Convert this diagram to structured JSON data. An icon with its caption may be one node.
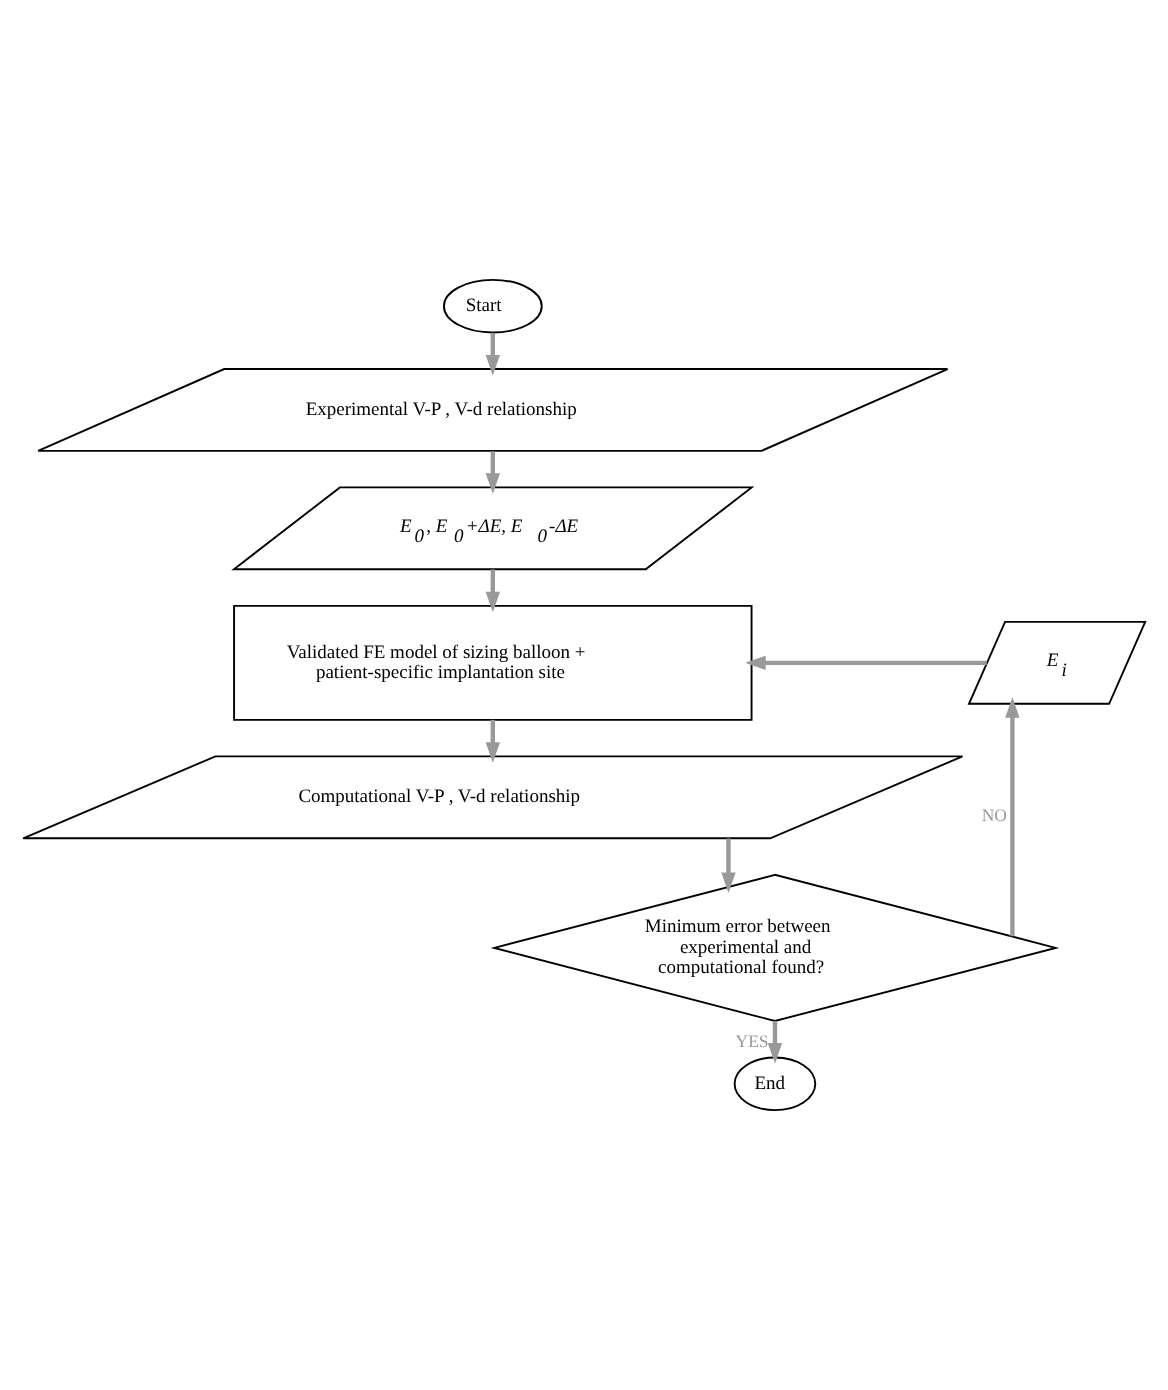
{
  "diagram": {
    "nodes": [
      {
        "text": [
          "Start"
        ]
      },
      {
        "text": [
          "Experimental V-P , V-d relationship"
        ]
      },
      {
        "text": [
          "E$_{0}$, E$_{0}$+ΔE, E$_{0}$-ΔE"
        ]
      },
      {
        "text": [
          "Validated FE model of sizing balloon + patient-specific implantation site"
        ]
      },
      {
        "text": [
          "Computational V-P , V-d relationship"
        ]
      },
      {
        "text": [
          "Minimum error between experimental and computational found?"
        ]
      },
      {
        "text": [
          "E$_{i}$"
        ]
      },
      {
        "text": [
          "End"
        ]
      }
    ],
    "edges": [
      {
        "from": 0,
        "to": 1,
        "arrow": "to"
      },
      {
        "from": 1,
        "to": 2,
        "arrow": "to"
      },
      {
        "from": 2,
        "to": 3,
        "arrow": "to"
      },
      {
        "from": 3,
        "to": 4,
        "arrow": "to"
      },
      {
        "from": 4,
        "to": 5,
        "arrow": "to"
      },
      {
        "from": 5,
        "to": 6,
        "label": "NO",
        "arrow": "to"
      },
      {
        "from": 6,
        "to": 3,
        "arrow": "to"
      },
      {
        "from": 5,
        "to": 7,
        "label": "YES",
        "arrow": "to"
      }
    ]
  }
}
